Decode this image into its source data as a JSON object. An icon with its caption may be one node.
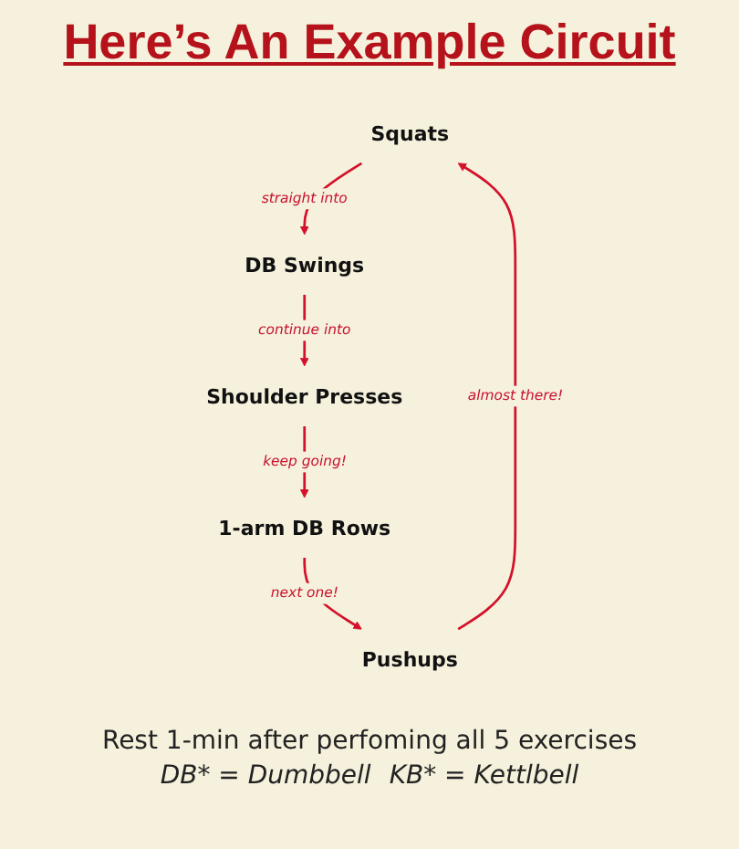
{
  "diagram": {
    "title": "Here’s An Example Circuit",
    "nodes": [
      {
        "text": [
          "Squats"
        ]
      },
      {
        "text": [
          "DB Swings"
        ]
      },
      {
        "text": [
          "Shoulder Presses"
        ]
      },
      {
        "text": [
          "1-arm DB Rows"
        ]
      },
      {
        "text": [
          "Pushups"
        ]
      }
    ],
    "edges": [
      {
        "from": 0,
        "to": 1,
        "arrow": "to",
        "label": "straight into"
      },
      {
        "from": 1,
        "to": 2,
        "arrow": "to",
        "label": "continue into"
      },
      {
        "from": 2,
        "to": 3,
        "arrow": "to",
        "label": "keep going!"
      },
      {
        "from": 3,
        "to": 4,
        "arrow": "to",
        "label": "next one!"
      },
      {
        "from": 4,
        "to": 0,
        "arrow": "to",
        "label": "almost there!"
      }
    ],
    "caption": "Rest 1-min after perfoming all 5 exercises",
    "labels": [
      "DB* = Dumbbell",
      "KB* = Kettlbell"
    ]
  }
}
